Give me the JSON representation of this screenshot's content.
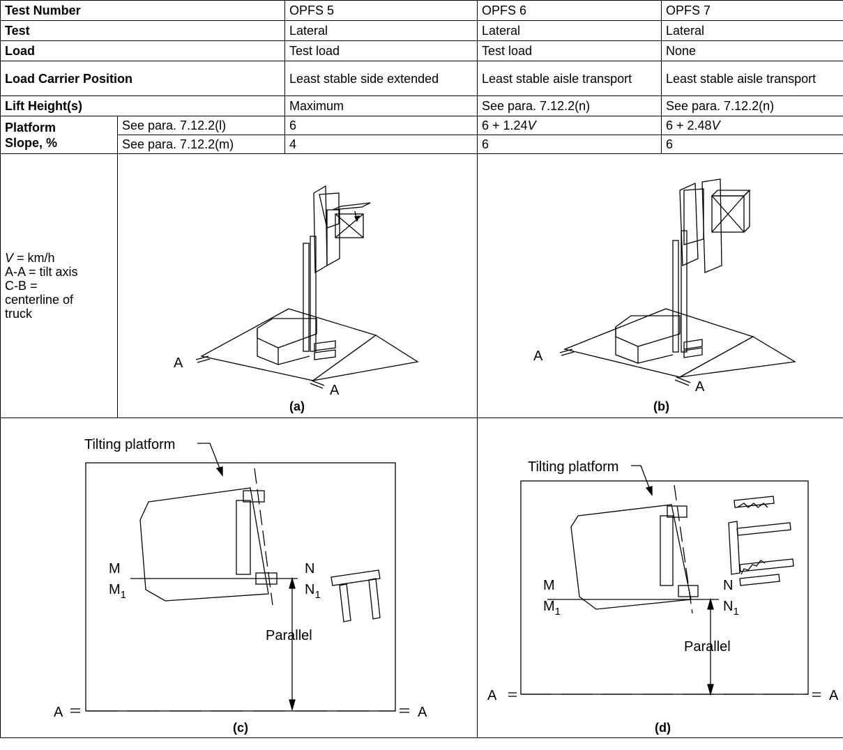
{
  "table": {
    "row_test_number": {
      "label": "Test Number",
      "values": [
        "OPFS 5",
        "OPFS 6",
        "OPFS 7"
      ]
    },
    "row_test": {
      "label": "Test",
      "values": [
        "Lateral",
        "Lateral",
        "Lateral"
      ]
    },
    "row_load": {
      "label": "Load",
      "values": [
        "Test load",
        "Test load",
        "None"
      ]
    },
    "row_load_carrier": {
      "label": "Load Carrier Position",
      "values": [
        "Least stable side extended",
        "Least stable aisle transport",
        "Least stable aisle transport"
      ]
    },
    "row_lift_height": {
      "label": "Lift Height(s)",
      "values": [
        "Maximum",
        "See para. 7.12.2(n)",
        "See para. 7.12.2(n)"
      ]
    },
    "row_platform_slope": {
      "label": "Platform Slope, %",
      "sub_1": "See para. 7.12.2(l)",
      "sub_1_values": [
        "6",
        "6 + 1.24",
        "6 + 2.48"
      ],
      "sub_2": "See para. 7.12.2(m)",
      "sub_2_values": [
        "4",
        "6",
        "6"
      ],
      "velocity_symbol": "V"
    }
  },
  "legend": {
    "v_symbol": "V",
    "v_def": " = km/h",
    "aa": "A-A = tilt axis",
    "cb": "C-B =",
    "cb_def_1": "centerline of",
    "cb_def_2": "truck"
  },
  "figures": {
    "a": {
      "caption": "(a)",
      "axis_left": "A",
      "axis_right": "A"
    },
    "b": {
      "caption": "(b)",
      "axis_left": "A",
      "axis_right": "A"
    },
    "c": {
      "caption": "(c)",
      "platform_label": "Tilting platform",
      "m": "M",
      "m1": "M",
      "n": "N",
      "n1": "N",
      "sub1": "1",
      "parallel": "Parallel",
      "axis_left": "A",
      "axis_right": "A"
    },
    "d": {
      "caption": "(d)",
      "platform_label": "Tilting platform",
      "m": "M",
      "m1": "M",
      "n": "N",
      "n1": "N",
      "sub1": "1",
      "parallel": "Parallel",
      "axis_left": "A",
      "axis_right": "A"
    }
  }
}
